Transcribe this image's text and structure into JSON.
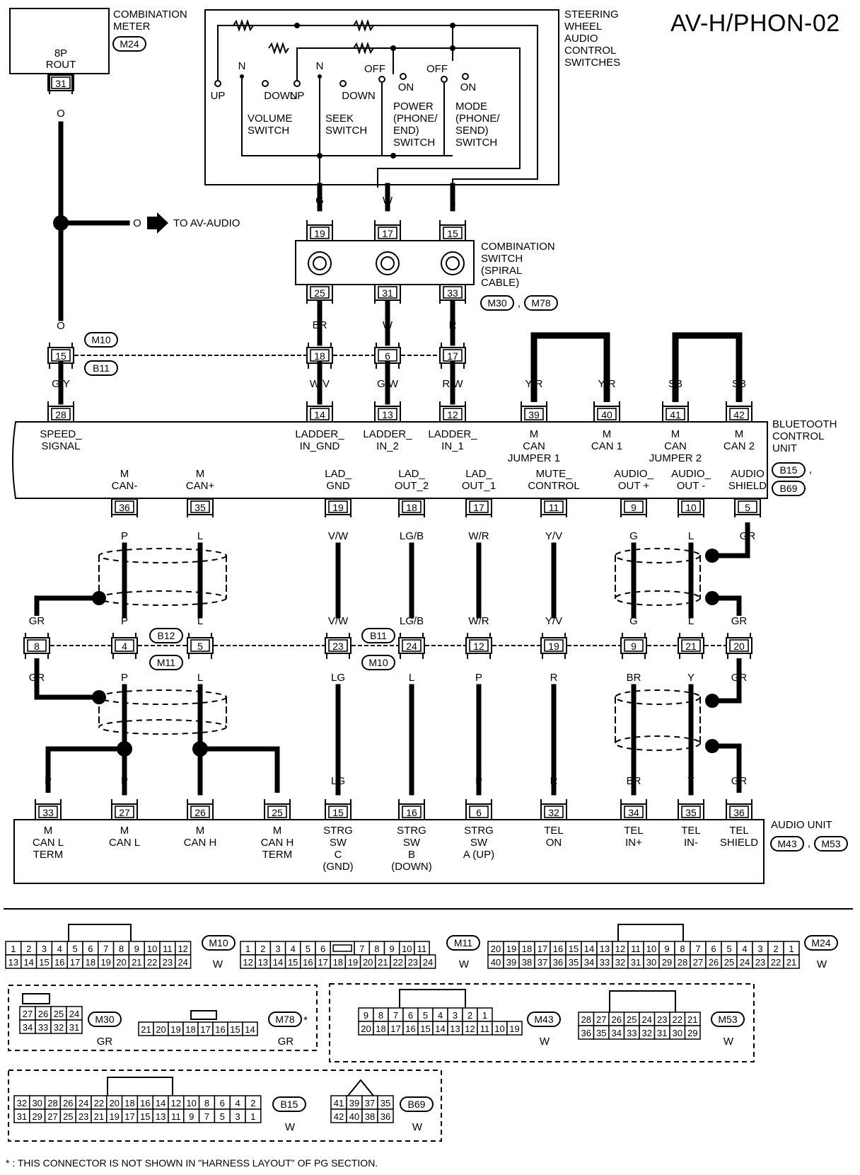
{
  "title": "AV-H/PHON-02",
  "combination_meter": {
    "lines": [
      "COMBINATION",
      "METER"
    ],
    "conn": "M24",
    "pin_lines": [
      "8P",
      "ROUT"
    ],
    "pin": "31",
    "wire": "O"
  },
  "to_av_audio": {
    "wire": "O",
    "text": "TO AV-AUDIO"
  },
  "steering": {
    "lines": [
      "STEERING",
      "WHEEL",
      "AUDIO",
      "CONTROL",
      "SWITCHES"
    ],
    "switches": [
      {
        "lines": [
          "VOLUME",
          "SWITCH"
        ],
        "pos": [
          "UP",
          "N",
          "DOWN"
        ]
      },
      {
        "lines": [
          "SEEK",
          "SWITCH"
        ],
        "pos": [
          "UP",
          "N",
          "DOWN"
        ]
      },
      {
        "lines": [
          "POWER",
          "(PHONE/",
          "END)",
          "SWITCH"
        ],
        "pos": [
          "OFF",
          "ON"
        ]
      },
      {
        "lines": [
          "MODE",
          "(PHONE/",
          "SEND)",
          "SWITCH"
        ],
        "pos": [
          "OFF",
          "ON"
        ]
      }
    ],
    "wires": [
      "G",
      "W",
      "L"
    ]
  },
  "spiral": {
    "lines": [
      "COMBINATION",
      "SWITCH",
      "(SPIRAL",
      "CABLE)"
    ],
    "conn": [
      "M30",
      "M78"
    ],
    "top_pins": [
      "19",
      "17",
      "15"
    ],
    "bottom_pins": [
      "25",
      "31",
      "33"
    ],
    "bottom_wires": [
      "BR",
      "W",
      "R"
    ]
  },
  "jc_top": {
    "conn": [
      "M10",
      "B11"
    ],
    "pins": [
      "15",
      "18",
      "6",
      "17"
    ],
    "wires_below": [
      "G/Y",
      "W/V",
      "G/W",
      "R/W"
    ]
  },
  "bluetooth": {
    "lines": [
      "BLUETOOTH",
      "CONTROL",
      "UNIT"
    ],
    "conn": [
      "B15",
      "B69"
    ],
    "top_pins": [
      {
        "pin": "28",
        "name": [
          "SPEED_",
          "SIGNAL"
        ]
      },
      {
        "pin": "14",
        "name": [
          "LADDER_",
          "IN_GND"
        ]
      },
      {
        "pin": "13",
        "name": [
          "LADDER_",
          "IN_2"
        ]
      },
      {
        "pin": "12",
        "name": [
          "LADDER_",
          "IN_1"
        ]
      },
      {
        "pin": "39",
        "name": [
          "M",
          "CAN",
          "JUMPER 1"
        ],
        "wire": "Y/R"
      },
      {
        "pin": "40",
        "name": [
          "M",
          "CAN 1"
        ],
        "wire": "Y/R"
      },
      {
        "pin": "41",
        "name": [
          "M",
          "CAN",
          "JUMPER 2"
        ],
        "wire": "SB"
      },
      {
        "pin": "42",
        "name": [
          "M",
          "CAN 2"
        ],
        "wire": "SB"
      }
    ],
    "bottom_pins": [
      {
        "pin": "36",
        "name": [
          "M",
          "CAN-"
        ],
        "wire": "P"
      },
      {
        "pin": "35",
        "name": [
          "M",
          "CAN+"
        ],
        "wire": "L"
      },
      {
        "pin": "19",
        "name": [
          "LAD_",
          "GND"
        ],
        "wire": "V/W"
      },
      {
        "pin": "18",
        "name": [
          "LAD_",
          "OUT_2"
        ],
        "wire": "LG/B"
      },
      {
        "pin": "17",
        "name": [
          "LAD_",
          "OUT_1"
        ],
        "wire": "W/R"
      },
      {
        "pin": "11",
        "name": [
          "MUTE_",
          "CONTROL"
        ],
        "wire": "Y/V"
      },
      {
        "pin": "9",
        "name": [
          "AUDIO_",
          "OUT +"
        ],
        "wire": "G"
      },
      {
        "pin": "10",
        "name": [
          "AUDIO_",
          "OUT -"
        ],
        "wire": "L"
      },
      {
        "pin": "5",
        "name": [
          "AUDIO",
          "SHIELD"
        ],
        "wire": "GR"
      }
    ]
  },
  "jc_mid": {
    "conn_left": [
      "B12",
      "M11"
    ],
    "conn_right": [
      "B11",
      "M10"
    ],
    "pins": [
      "8",
      "4",
      "5",
      "23",
      "24",
      "12",
      "19",
      "9",
      "21",
      "20"
    ],
    "wires_above": [
      "GR",
      "P",
      "L",
      "V/W",
      "LG/B",
      "W/R",
      "Y/V",
      "G",
      "L",
      "GR"
    ],
    "wires_below": [
      "GR",
      "P",
      "L",
      "LG",
      "L",
      "P",
      "R",
      "BR",
      "Y",
      "GR"
    ]
  },
  "audio_unit": {
    "lines": [
      "AUDIO UNIT"
    ],
    "conn": [
      "M43",
      "M53"
    ],
    "pins": [
      {
        "pin": "33",
        "wire": "P",
        "name": [
          "M",
          "CAN L",
          "TERM"
        ]
      },
      {
        "pin": "27",
        "wire": "P",
        "name": [
          "M",
          "CAN L"
        ]
      },
      {
        "pin": "26",
        "wire": "L",
        "name": [
          "M",
          "CAN H"
        ]
      },
      {
        "pin": "25",
        "wire": "L",
        "name": [
          "M",
          "CAN H",
          "TERM"
        ]
      },
      {
        "pin": "15",
        "wire": "LG",
        "name": [
          "STRG",
          "SW",
          "C",
          "(GND)"
        ]
      },
      {
        "pin": "16",
        "wire": "L",
        "name": [
          "STRG",
          "SW",
          "B",
          "(DOWN)"
        ]
      },
      {
        "pin": "6",
        "wire": "P",
        "name": [
          "STRG",
          "SW",
          "A (UP)"
        ]
      },
      {
        "pin": "32",
        "wire": "R",
        "name": [
          "TEL",
          "ON"
        ]
      },
      {
        "pin": "34",
        "wire": "BR",
        "name": [
          "TEL",
          "IN+"
        ]
      },
      {
        "pin": "35",
        "wire": "Y",
        "name": [
          "TEL",
          "IN-"
        ]
      },
      {
        "pin": "36",
        "wire": "GR",
        "name": [
          "TEL",
          "SHIELD"
        ]
      }
    ]
  },
  "connectors": [
    {
      "id": "M10",
      "color": "W",
      "rows": [
        [
          "1",
          "2",
          "3",
          "4",
          "5",
          "6",
          "7",
          "8",
          "9",
          "10",
          "11",
          "12"
        ],
        [
          "13",
          "14",
          "15",
          "16",
          "17",
          "18",
          "19",
          "20",
          "21",
          "22",
          "23",
          "24"
        ]
      ]
    },
    {
      "id": "M11",
      "color": "W",
      "rows": [
        [
          "1",
          "2",
          "3",
          "4",
          "5",
          "6",
          "",
          "7",
          "8",
          "9",
          "10",
          "11"
        ],
        [
          "12",
          "13",
          "14",
          "15",
          "16",
          "17",
          "18",
          "19",
          "20",
          "21",
          "22",
          "23",
          "24"
        ]
      ]
    },
    {
      "id": "M24",
      "color": "W",
      "rows": [
        [
          "20",
          "19",
          "18",
          "17",
          "16",
          "15",
          "14",
          "13",
          "12",
          "11",
          "10",
          "9",
          "8",
          "7",
          "6",
          "5",
          "4",
          "3",
          "2",
          "1"
        ],
        [
          "40",
          "39",
          "38",
          "37",
          "36",
          "35",
          "34",
          "33",
          "32",
          "31",
          "30",
          "29",
          "28",
          "27",
          "26",
          "25",
          "24",
          "23",
          "22",
          "21"
        ]
      ]
    },
    {
      "id": "M30",
      "color": "GR",
      "rows": [
        [
          "27",
          "26",
          "25",
          "24"
        ],
        [
          "34",
          "33",
          "32",
          "31"
        ]
      ]
    },
    {
      "id": "M78",
      "color": "GR",
      "star": "*",
      "rows": [
        [
          "21",
          "20",
          "19",
          "18",
          "17",
          "16",
          "15",
          "14"
        ]
      ]
    },
    {
      "id": "M43",
      "color": "W",
      "rows": [
        [
          "9",
          "8",
          "7",
          "6",
          "5",
          "4",
          "3",
          "2",
          "1"
        ],
        [
          "20",
          "18",
          "17",
          "16",
          "15",
          "14",
          "13",
          "12",
          "11",
          "10",
          "19"
        ]
      ]
    },
    {
      "id": "M53",
      "color": "W",
      "rows": [
        [
          "28",
          "27",
          "26",
          "25",
          "24",
          "23",
          "22",
          "21"
        ],
        [
          "36",
          "35",
          "34",
          "33",
          "32",
          "31",
          "30",
          "29"
        ]
      ]
    },
    {
      "id": "B15",
      "color": "W",
      "rows": [
        [
          "32",
          "30",
          "28",
          "26",
          "24",
          "22",
          "20",
          "18",
          "16",
          "14",
          "12",
          "10",
          "8",
          "6",
          "4",
          "2"
        ],
        [
          "31",
          "29",
          "27",
          "25",
          "23",
          "21",
          "19",
          "17",
          "15",
          "13",
          "11",
          "9",
          "7",
          "5",
          "3",
          "1"
        ]
      ]
    },
    {
      "id": "B69",
      "color": "W",
      "rows": [
        [
          "41",
          "39",
          "37",
          "35"
        ],
        [
          "42",
          "40",
          "38",
          "36"
        ]
      ]
    }
  ],
  "footnote": "* : THIS CONNECTOR IS NOT SHOWN IN \"HARNESS LAYOUT\" OF PG SECTION."
}
